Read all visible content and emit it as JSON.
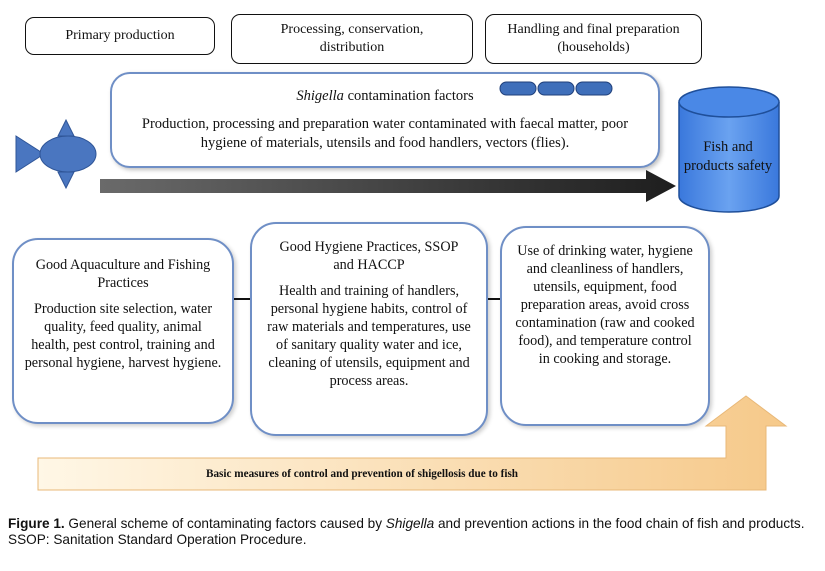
{
  "stages": [
    "Primary production",
    "Processing, conservation, distribution",
    "Handling and final preparation (households)"
  ],
  "factors": {
    "title_italic": "Shigella",
    "title_rest": " contamination factors",
    "text": "Production, processing and preparation water contaminated with faecal matter, poor hygiene of materials, utensils and food handlers, vectors (flies)."
  },
  "target": {
    "label": "Fish and products safety"
  },
  "practices": [
    {
      "title": "Good Aquaculture and Fishing Practices",
      "text": "Production site selection, water quality, feed quality, animal health, pest control, training and personal hygiene, harvest hygiene."
    },
    {
      "title": "Good Hygiene Practices, SSOP and HACCP",
      "text": "Health and training of handlers, personal hygiene habits, control of raw materials and temperatures, use of sanitary quality water and ice, cleaning of utensils, equipment and process areas."
    },
    {
      "title": "",
      "text": "Use of drinking water, hygiene and cleanliness of handlers, utensils, equipment, food preparation areas, avoid cross contamination (raw and cooked food), and temperature control in cooking and storage."
    }
  ],
  "banner": "Basic measures of control and prevention of shigellosis due to fish",
  "caption": {
    "label": "Figure 1.",
    "text_before": " General scheme of contaminating factors caused by ",
    "text_italic": "Shigella",
    "text_after": " and prevention actions in the food chain of fish and products.",
    "note": "SSOP: Sanitation Standard Operation Procedure."
  },
  "colors": {
    "fish": "#4a76c0",
    "bacteria": "#3f6fba",
    "box_border": "#6f8fc6",
    "cylinder": "#3f80e0",
    "banner_start": "#fff7e6",
    "banner_end": "#f6c98a",
    "arrow": "#333333"
  }
}
